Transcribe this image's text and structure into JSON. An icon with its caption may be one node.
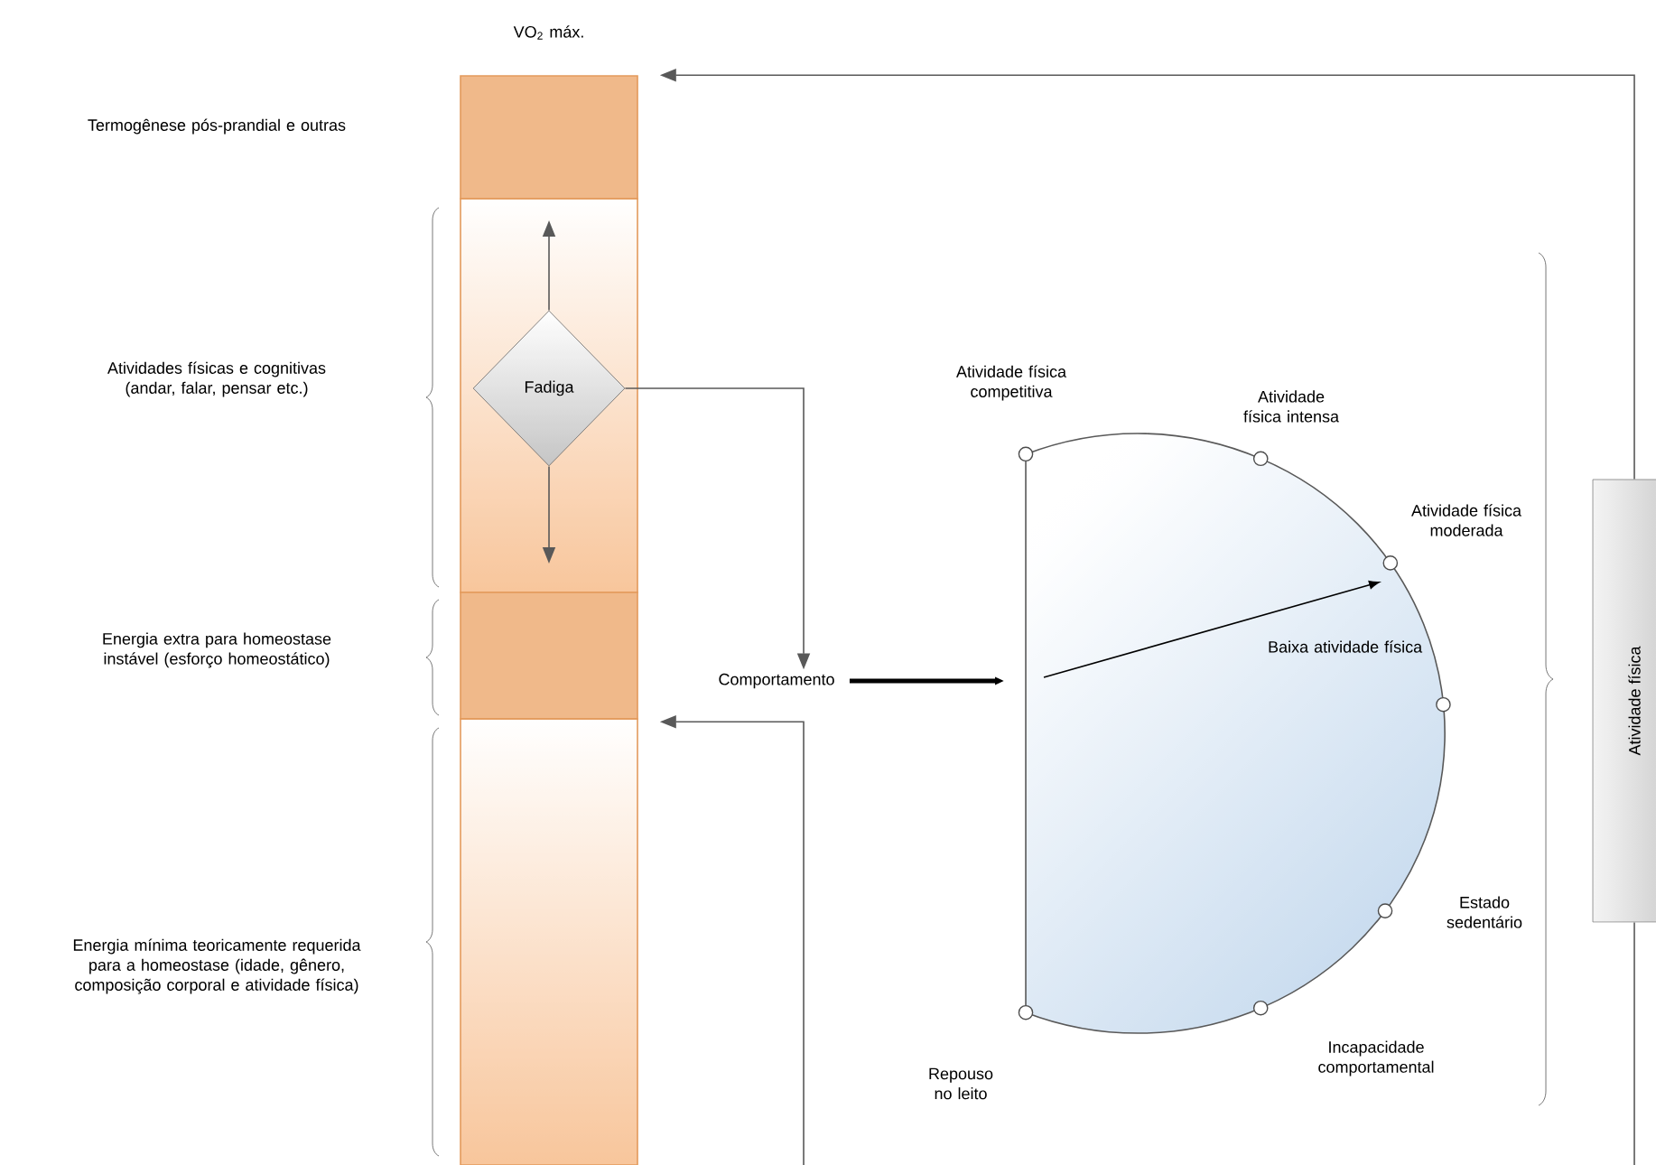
{
  "diagram": {
    "nodes": [
      {
        "text": [],
        "shape": "bar"
      },
      {
        "text": [],
        "shape": "bar"
      },
      {
        "text": [
          "Fadiga"
        ],
        "in": 1
      },
      {
        "text": [],
        "shape": "bar"
      },
      {
        "text": [],
        "shape": "bar"
      },
      {
        "text": [
          "Comportamento"
        ]
      },
      {
        "text": [],
        "shape": "semicircle"
      },
      {
        "text": [
          "Atividade física"
        ]
      }
    ],
    "edges": [
      {
        "from": 2,
        "to": null,
        "arrow": "to"
      },
      {
        "from": 2,
        "to": null,
        "arrow": "to"
      },
      {
        "from": 2,
        "to": 5,
        "arrow": "to"
      },
      {
        "from": 5,
        "to": 6,
        "arrow": "to",
        "style": "thick"
      },
      {
        "from": null,
        "to": 4,
        "arrow": "to"
      },
      {
        "from": 7,
        "to": 0,
        "arrow": "to"
      },
      {
        "from": null,
        "to": 7,
        "arrow": "none"
      }
    ],
    "labels": [
      "VO$_{2}$ máx.",
      "Termogênese pós-prandial e outras",
      "Atividades físicas e cognitivas (andar, falar, pensar etc.)",
      "Atividade física competitiva",
      "Atividade física intensa",
      "Atividade física moderada",
      "Energia extra para homeostase instável (esforço homeostático)",
      "Baixa atividade física",
      "Energia mínima teoricamente requerida para a homeostase (idade, gênero, composição corporal e atividade física)",
      "Estado sedentário",
      "Incapacidade comportamental",
      "Repouso no leito"
    ]
  }
}
